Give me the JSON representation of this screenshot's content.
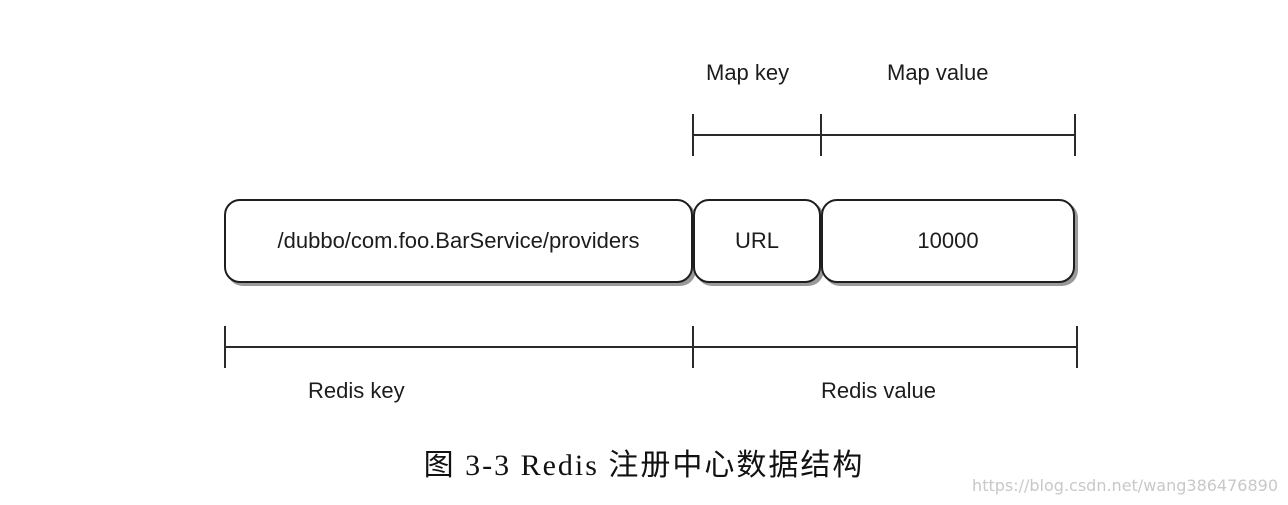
{
  "labels": {
    "map_key": "Map key",
    "map_value": "Map value",
    "redis_key": "Redis key",
    "redis_value": "Redis value"
  },
  "boxes": {
    "path": "/dubbo/com.foo.BarService/providers",
    "url": "URL",
    "value": "10000"
  },
  "caption": "图 3-3   Redis 注册中心数据结构",
  "watermark": "https://blog.csdn.net/wang386476890"
}
